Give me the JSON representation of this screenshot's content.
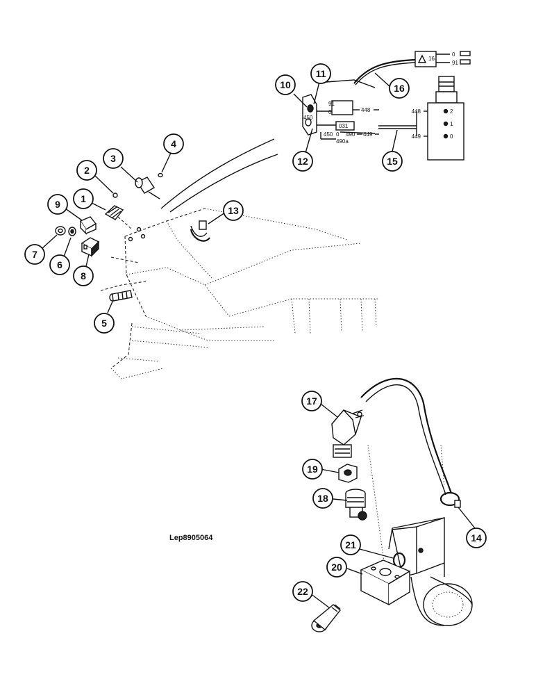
{
  "drawing": {
    "reference": "Lep8905064"
  },
  "callouts": [
    {
      "id": "callout-1",
      "label": "1"
    },
    {
      "id": "callout-2",
      "label": "2"
    },
    {
      "id": "callout-3",
      "label": "3"
    },
    {
      "id": "callout-4",
      "label": "4"
    },
    {
      "id": "callout-5",
      "label": "5"
    },
    {
      "id": "callout-6",
      "label": "6"
    },
    {
      "id": "callout-7",
      "label": "7"
    },
    {
      "id": "callout-8",
      "label": "8"
    },
    {
      "id": "callout-9",
      "label": "9"
    },
    {
      "id": "callout-10",
      "label": "10"
    },
    {
      "id": "callout-11",
      "label": "11"
    },
    {
      "id": "callout-12",
      "label": "12"
    },
    {
      "id": "callout-13",
      "label": "13"
    },
    {
      "id": "callout-14",
      "label": "14"
    },
    {
      "id": "callout-15",
      "label": "15"
    },
    {
      "id": "callout-16",
      "label": "16"
    },
    {
      "id": "callout-17",
      "label": "17"
    },
    {
      "id": "callout-18",
      "label": "18"
    },
    {
      "id": "callout-19",
      "label": "19"
    },
    {
      "id": "callout-20",
      "label": "20"
    },
    {
      "id": "callout-21",
      "label": "21"
    },
    {
      "id": "callout-22",
      "label": "22"
    }
  ],
  "wiring": {
    "connector_16": "16",
    "plug_wire_0": "0",
    "plug_wire_91": "91",
    "wire_91": "91",
    "wire_0": "0",
    "wire_448": "448",
    "wire_450": "450",
    "wire_031": "031",
    "wire_490": "490",
    "wire_449": "449",
    "wire_450_lower": "450",
    "wire_490a": "490a",
    "wire_0_lower": "0",
    "wire_449_lower": "449",
    "term_448": "448",
    "term_449": "449",
    "term_2": "2",
    "term_1": "1",
    "term_0": "0"
  }
}
